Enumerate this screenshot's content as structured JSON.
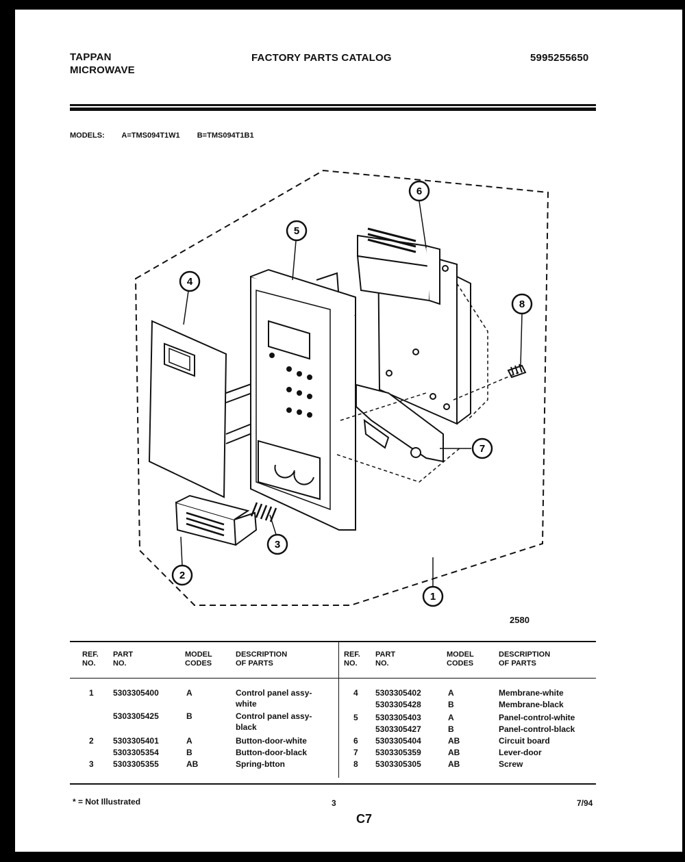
{
  "header": {
    "brand_line1": "TAPPAN",
    "brand_line2": "MICROWAVE",
    "catalog_title": "FACTORY PARTS CATALOG",
    "catalog_number": "5995255650"
  },
  "models": {
    "label": "MODELS:",
    "model_a": "A=TMS094T1W1",
    "model_b": "B=TMS094T1B1"
  },
  "diagram": {
    "callouts": [
      "1",
      "2",
      "3",
      "4",
      "5",
      "6",
      "7",
      "8"
    ],
    "figure_number": "2580"
  },
  "table": {
    "headers": {
      "ref_no_l1": "REF.",
      "ref_no_l2": "NO.",
      "part_no_l1": "PART",
      "part_no_l2": "NO.",
      "codes_l1": "MODEL",
      "codes_l2": "CODES",
      "desc_l1": "DESCRIPTION",
      "desc_l2": "OF PARTS"
    },
    "left_rows": [
      {
        "ref": "1",
        "part": "5303305400",
        "code": "A",
        "desc1": "Control panel assy-",
        "desc2": "white"
      },
      {
        "ref": "",
        "part": "5303305425",
        "code": "B",
        "desc1": "Control panel assy-",
        "desc2": "black"
      },
      {
        "ref": "2",
        "part": "5303305401",
        "code": "A",
        "desc1": "Button-door-white",
        "desc2": ""
      },
      {
        "ref": "",
        "part": "5303305354",
        "code": "B",
        "desc1": "Button-door-black",
        "desc2": ""
      },
      {
        "ref": "3",
        "part": "5303305355",
        "code": "AB",
        "desc1": "Spring-btton",
        "desc2": ""
      }
    ],
    "right_rows": [
      {
        "ref": "4",
        "part": "5303305402",
        "code": "A",
        "desc": "Membrane-white"
      },
      {
        "ref": "",
        "part": "5303305428",
        "code": "B",
        "desc": "Membrane-black"
      },
      {
        "ref": "5",
        "part": "5303305403",
        "code": "A",
        "desc": "Panel-control-white"
      },
      {
        "ref": "",
        "part": "5303305427",
        "code": "B",
        "desc": "Panel-control-black"
      },
      {
        "ref": "6",
        "part": "5303305404",
        "code": "AB",
        "desc": "Circuit board"
      },
      {
        "ref": "7",
        "part": "5303305359",
        "code": "AB",
        "desc": "Lever-door"
      },
      {
        "ref": "8",
        "part": "5303305305",
        "code": "AB",
        "desc": "Screw"
      }
    ]
  },
  "footer": {
    "note": "* = Not Illustrated",
    "page": "3",
    "section": "C7",
    "date": "7/94"
  }
}
